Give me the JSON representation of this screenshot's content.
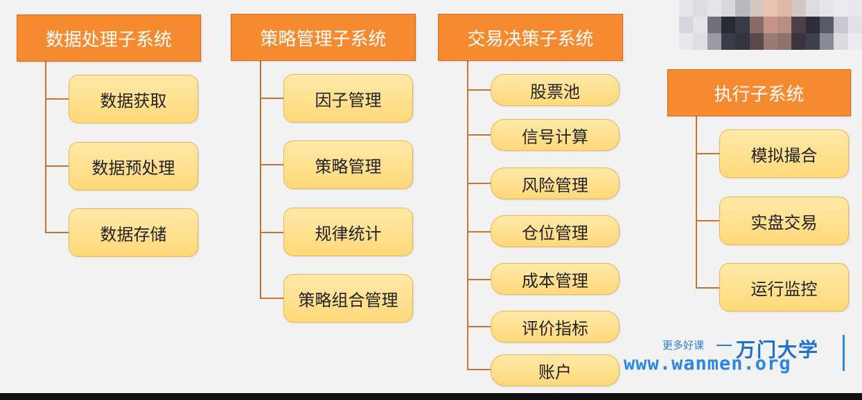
{
  "diagram": {
    "columns": [
      {
        "title": "数据处理子系统",
        "items": [
          "数据获取",
          "数据预处理",
          "数据存储"
        ]
      },
      {
        "title": "策略管理子系统",
        "items": [
          "因子管理",
          "策略管理",
          "规律统计",
          "策略组合管理"
        ]
      },
      {
        "title": "交易决策子系统",
        "items": [
          "股票池",
          "信号计算",
          "风险管理",
          "仓位管理",
          "成本管理",
          "评价指标",
          "账户"
        ]
      },
      {
        "title": "执行子系统",
        "items": [
          "模拟撮合",
          "实盘交易",
          "运行监控"
        ]
      }
    ]
  },
  "watermark": {
    "tagline": "更多好课",
    "brand": "万门大学",
    "url": "www.wanmen.org"
  },
  "colors": {
    "header_bg": "#f58a2f",
    "item_bg": "#ffd97a",
    "connector": "#c9732f",
    "watermark": "#2a86e0"
  }
}
